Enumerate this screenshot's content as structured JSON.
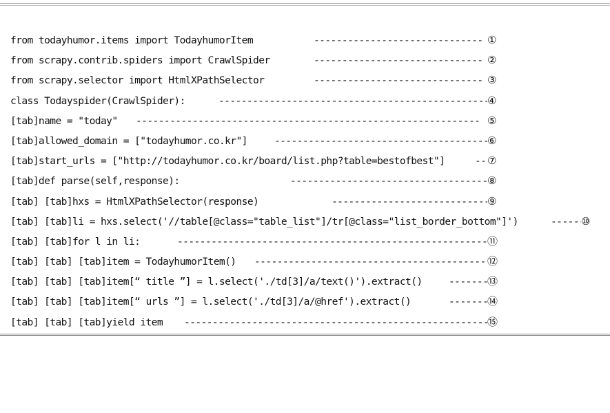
{
  "lines": [
    {
      "code": "from todayhumor.items import TodayhumorItem",
      "dashes": "------------------------------",
      "marker": "①"
    },
    {
      "code": "from scrapy.contrib.spiders import CrawlSpider",
      "dashes": "------------------------------",
      "marker": "②"
    },
    {
      "code": "from scrapy.selector import HtmlXPathSelector",
      "dashes": "------------------------------",
      "marker": "③"
    },
    {
      "code": "class Todayspider(CrawlSpider):",
      "dashes": "------------------------------------------------------",
      "marker": "④"
    },
    {
      "code": "[tab]name = \"today\"",
      "dashes": "-------------------------------------------------------------",
      "marker": "⑤"
    },
    {
      "code": "[tab]allowed_domain = [\"todayhumor.co.kr\"]",
      "dashes": "---------------------------------------",
      "marker": "⑥"
    },
    {
      "code": "[tab]start_urls = [\"http://todayhumor.co.kr/board/list.php?table=bestofbest\"]",
      "dashes": "--",
      "marker": "⑦"
    },
    {
      "code": "[tab]def parse(self,response):",
      "dashes": "-----------------------------------------",
      "marker": "⑧"
    },
    {
      "code": "[tab] [tab]hxs = HtmlXPathSelector(response)",
      "dashes": "-------------------------------",
      "marker": "⑨"
    },
    {
      "code": "[tab] [tab]li = hxs.select('//table[@class=\"table_list\"]/tr[@class=\"list_border_bottom\"]')",
      "dashes": "------",
      "marker": "⑩"
    },
    {
      "code": "[tab] [tab]for l in li:",
      "dashes": "----------------------------------------------------------",
      "marker": "⑪"
    },
    {
      "code": "[tab] [tab] [tab]item = TodayhumorItem()",
      "dashes": "------------------------------------------",
      "marker": "⑫"
    },
    {
      "code": "[tab] [tab] [tab]item[“ title ”] = l.select('./td[3]/a/text()').extract()",
      "dashes": "-------",
      "marker": "⑬"
    },
    {
      "code": "[tab] [tab] [tab]item[“ urls ”] = l.select('./td[3]/a/@href').extract()",
      "dashes": "-------",
      "marker": "⑭"
    },
    {
      "code": "[tab] [tab] [tab]yield item",
      "dashes": "-------------------------------------------------------------",
      "marker": "⑮"
    }
  ]
}
